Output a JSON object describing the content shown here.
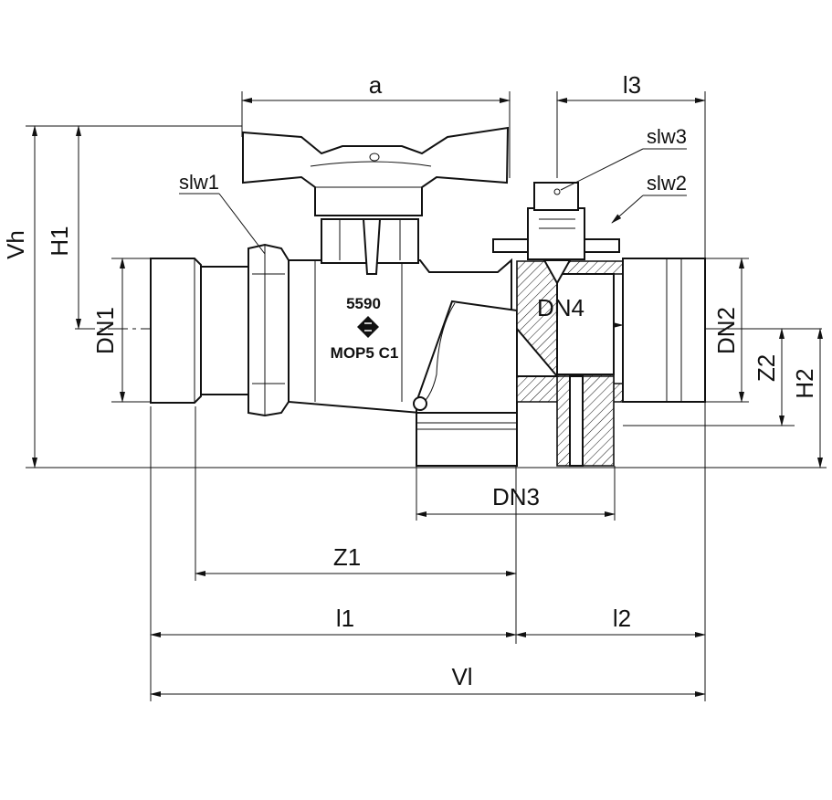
{
  "dimensions": {
    "a": "a",
    "l3": "l3",
    "slw1": "slw1",
    "slw2": "slw2",
    "slw3": "slw3",
    "Vh": "Vh",
    "H1": "H1",
    "DN1": "DN1",
    "DN2": "DN2",
    "DN3": "DN3",
    "DN4": "DN4",
    "Z1": "Z1",
    "Z2": "Z2",
    "H2": "H2",
    "l1": "l1",
    "l2": "l2",
    "Vl": "Vl"
  },
  "body_marking": {
    "number": "5590",
    "rating": "MOP5 C1"
  }
}
